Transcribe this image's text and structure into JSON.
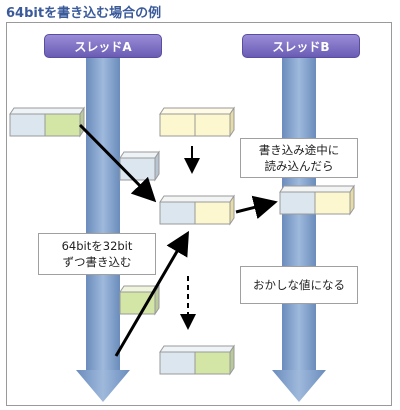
{
  "title": "64bitを書き込む場合の例",
  "threads": {
    "a_label": "スレッドA",
    "b_label": "スレッドB"
  },
  "notes": {
    "write32_line1": "64bitを32bit",
    "write32_line2": "ずつ書き込む",
    "midwrite_line1": "書き込み途中に",
    "midwrite_line2": "読み込んだら",
    "result": "おかしな値になる"
  },
  "colors": {
    "lane_blue": "#7f9fca",
    "header_purple": "#7a6cc4",
    "block_blue": "#dbe6ef",
    "block_green": "#d4e6a6",
    "block_yellow": "#fdf7cf",
    "arrow": "#000000"
  }
}
